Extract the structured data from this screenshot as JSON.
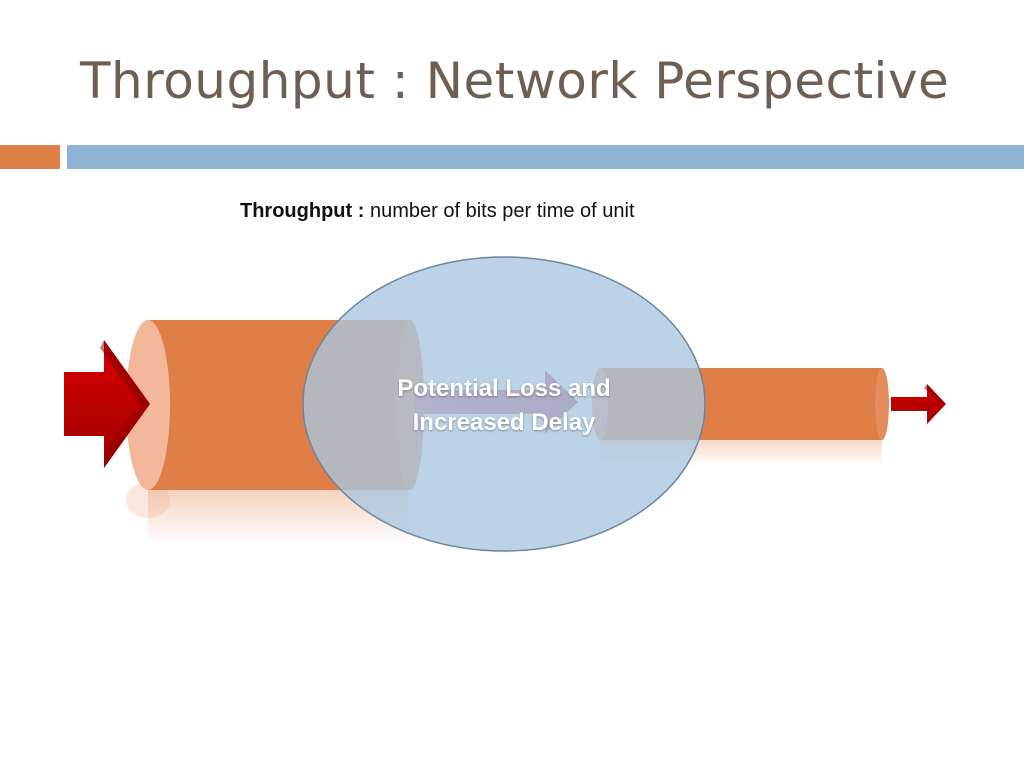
{
  "slide": {
    "title": "Throughput : Network Perspective",
    "definition_term": "Throughput :",
    "definition_text": "number of bits per time of unit"
  },
  "diagram": {
    "bubble_label_line1": "Potential Loss and",
    "bubble_label_line2": "Increased Delay"
  },
  "colors": {
    "title": "#6f5e52",
    "accent_orange": "#e07e48",
    "accent_blue": "#8eb3d3",
    "pipe": "#e07e48",
    "bubble": "#a9c6e0",
    "arrow": "#c00000"
  }
}
